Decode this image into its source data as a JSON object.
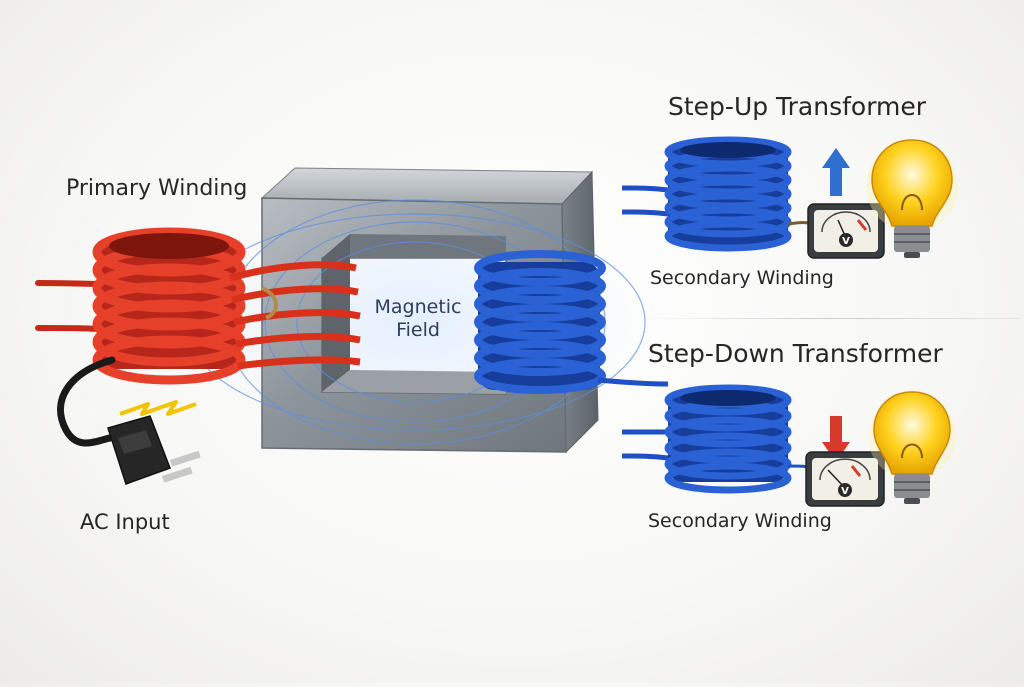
{
  "labels": {
    "primary_winding": "Primary Winding",
    "ac_input": "AC Input",
    "magnetic_field_line1": "Magnetic",
    "magnetic_field_line2": "Field",
    "step_up": "Step-Up Transformer",
    "step_down": "Step-Down Transformer",
    "secondary_winding_up": "Secondary Winding",
    "secondary_winding_down": "Secondary Winding",
    "meter_symbol_up": "V",
    "meter_symbol_down": "V"
  },
  "icons": {
    "plug": "power-plug-icon",
    "spark": "lightning-icon",
    "up_arrow": "arrow-up-icon",
    "down_arrow": "arrow-down-icon",
    "meter": "voltmeter-icon",
    "bulb": "light-bulb-icon"
  },
  "colors": {
    "primary_coil": "#d9301c",
    "secondary_coil": "#1e4fc4",
    "core": "#8e959c",
    "up_arrow": "#2f6fd0",
    "down_arrow": "#d63a2a",
    "bulb_glow": "#ffd21f",
    "spark": "#f2c400"
  }
}
